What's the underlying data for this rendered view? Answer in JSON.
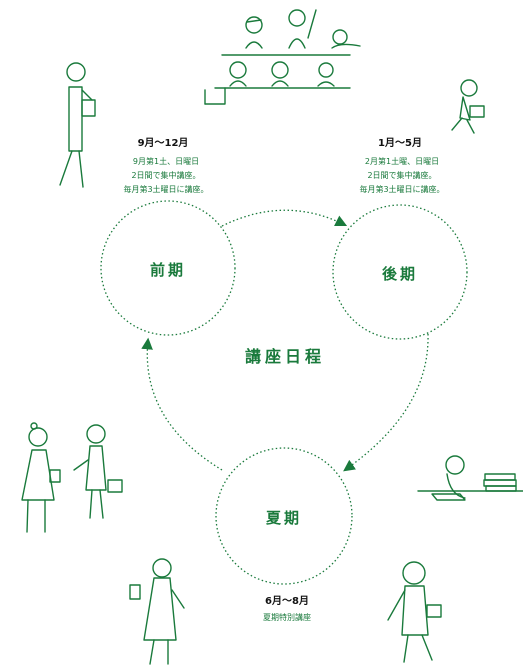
{
  "center_title": "講座日程",
  "colors": {
    "accent": "#1a7a3c",
    "text": "#111111",
    "background": "#ffffff"
  },
  "terms": [
    {
      "name": "前期",
      "range": "9月～12月",
      "notes": [
        "9月第1土、日曜日",
        "2日間で集中講座。",
        "毎月第3土曜日に講座。"
      ]
    },
    {
      "name": "後期",
      "range": "1月～5月",
      "notes": [
        "2月第1土曜、日曜日",
        "2日間で集中講座。",
        "毎月第3土曜日に講座。"
      ]
    },
    {
      "name": "夏期",
      "range": "6月～8月",
      "notes": [
        "夏期特別講座"
      ]
    }
  ],
  "illustrations": [
    "classroom-students-icon",
    "walking-student-icon",
    "running-student-icon",
    "two-women-talking-icon",
    "studying-student-icon",
    "woman-with-book-icon",
    "man-with-bag-icon"
  ]
}
